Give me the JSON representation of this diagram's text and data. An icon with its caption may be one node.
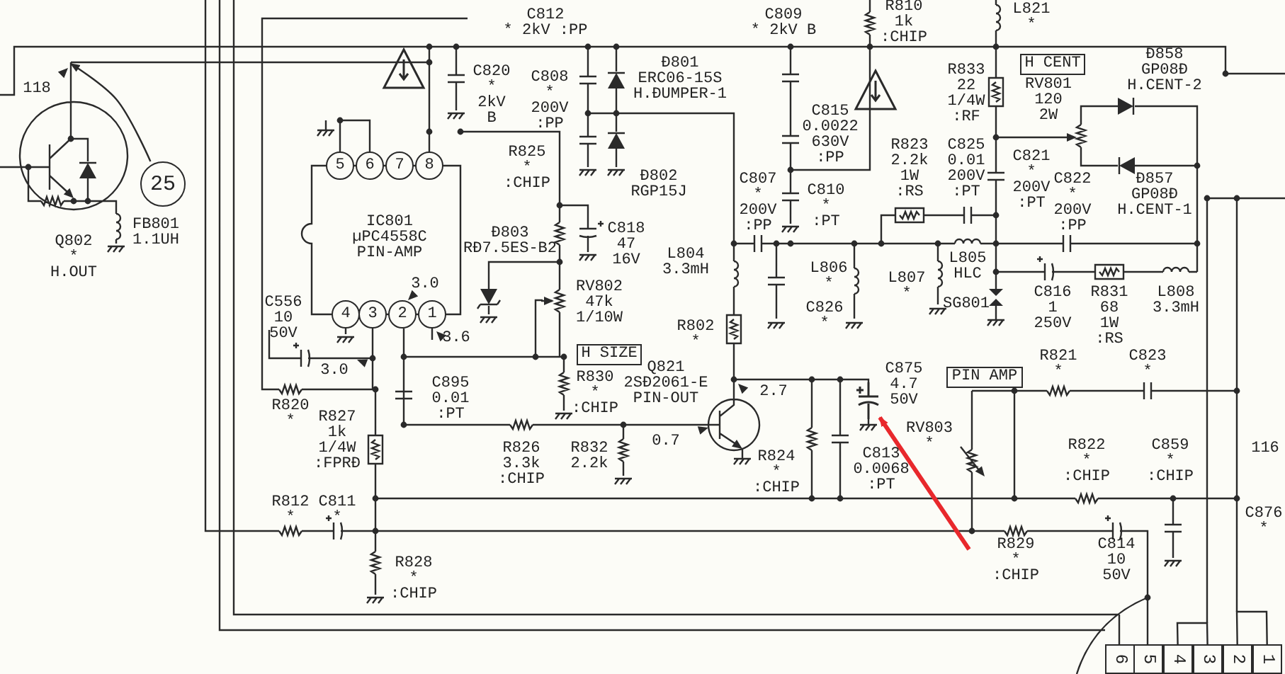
{
  "diagram": {
    "nodes": [
      {
        "text": [
          "25"
        ]
      },
      {
        "text": [
          "5"
        ]
      },
      {
        "text": [
          "6"
        ]
      },
      {
        "text": [
          "7"
        ]
      },
      {
        "text": [
          "8"
        ]
      },
      {
        "text": [
          "4"
        ]
      },
      {
        "text": [
          "3"
        ]
      },
      {
        "text": [
          "2"
        ]
      },
      {
        "text": [
          "1"
        ]
      },
      {
        "text": [
          "H CENT"
        ]
      },
      {
        "text": [
          "H SIZE"
        ]
      },
      {
        "text": [
          "PIN AMP"
        ]
      },
      {
        "text": [],
        "shape": "capacitor"
      },
      {
        "text": [
          "6"
        ]
      },
      {
        "text": [
          "5"
        ]
      },
      {
        "text": [
          "4"
        ]
      },
      {
        "text": [
          "3"
        ]
      },
      {
        "text": [
          "2"
        ]
      },
      {
        "text": [
          "1"
        ]
      }
    ],
    "edges": [
      {
        "from": 0,
        "to": null,
        "arrow": "to"
      },
      {
        "from": 1,
        "to": 2,
        "arrow": "none"
      },
      {
        "from": null,
        "to": 12,
        "arrow": "to",
        "style": "thick",
        "color": "#e8282c"
      },
      {
        "from": 15,
        "to": 16,
        "arrow": "none"
      },
      {
        "from": 17,
        "to": 18,
        "arrow": "none"
      }
    ],
    "labels": [
      "118",
      "Q802 * H.OUT",
      "FB801 1.1UH",
      "IC801 µPC4558C PIN-AMP",
      "3.0",
      "C556 10 50V",
      "3.6",
      "3.0",
      "C812 * 2kV :PP",
      "C820 * 2kV B",
      "C808 * 200V :PP",
      "Ð801 ERC06-15S H.ÐUMPER-1",
      "R825 * :CHIP",
      "Ð802 RGP15J",
      "Ð803 RÐ7.5ES-B2",
      "C818 47 16V",
      "L804 3.3mH",
      "RV802 47k 1/10W",
      "C809 * 2kV B",
      "C815 0.0022 630V :PP",
      "C807 * 200V :PP",
      "C810 * :PT",
      "L806 *",
      "C826 *",
      "R802 *",
      "R810 1k :CHIP",
      "L821 *",
      "R833 22 1/4W :RF",
      "RV801 120 2W",
      "Ð858 GP08Ð H.CENT-2",
      "R823 2.2k 1W :RS",
      "C825 0.01 200V :PT",
      "C821 * 200V :PT",
      "C822 * 200V :PP",
      "Ð857 GP08Ð H.CENT-1",
      "L805 HLC",
      "L807 *",
      "SG801",
      "C816 1 250V",
      "R831 68 1W :RS",
      "L808 3.3mH",
      "C895 0.01 :PT",
      "R830 * :CHIP",
      "Q821 2SÐ2061-E PIN-OUT",
      "2.7",
      "C875 4.7 50V",
      "R821 *",
      "C823 *",
      "R820 *",
      "R827 1k 1/4W :FPRÐ",
      "0.7",
      "RV803 *",
      "R826 3.3k :CHIP",
      "R832 2.2k",
      "R824 * :CHIP",
      "C813 0.0068 :PT",
      "R822 * :CHIP",
      "C859 * :CHIP",
      "116",
      "R812 *",
      "C811 *",
      "C876 *",
      "R828 * :CHIP",
      "R829 * :CHIP",
      "C814 10 50V"
    ]
  }
}
